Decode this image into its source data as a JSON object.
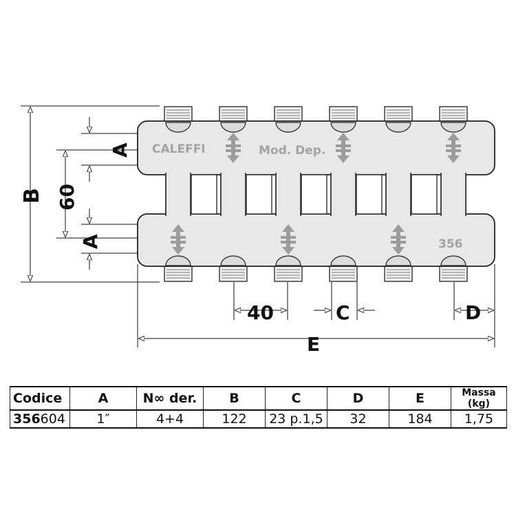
{
  "drawing": {
    "brand": "CALEFFI",
    "model": "Mod. Dep.",
    "series_mark": "356",
    "dimensions": {
      "A_top": "A",
      "A_bottom": "A",
      "B": "B",
      "sixty": "60",
      "forty": "40",
      "C": "C",
      "D": "D",
      "E": "E"
    },
    "outlets_per_manifold": 6,
    "colors": {
      "body_fill": "#e8e8e8",
      "outline": "#222222",
      "text_on_body": "#a3a3a3",
      "line": "#111111"
    }
  },
  "table": {
    "headers": [
      "Codice",
      "A",
      "N∞ der.",
      "B",
      "C",
      "D",
      "E",
      "Massa (kg)"
    ],
    "row": {
      "code_prefix": "356",
      "code_suffix": "604",
      "cells": [
        "1″",
        "4+4",
        "122",
        "23 p.1,5",
        "32",
        "184",
        "1,75"
      ]
    }
  }
}
